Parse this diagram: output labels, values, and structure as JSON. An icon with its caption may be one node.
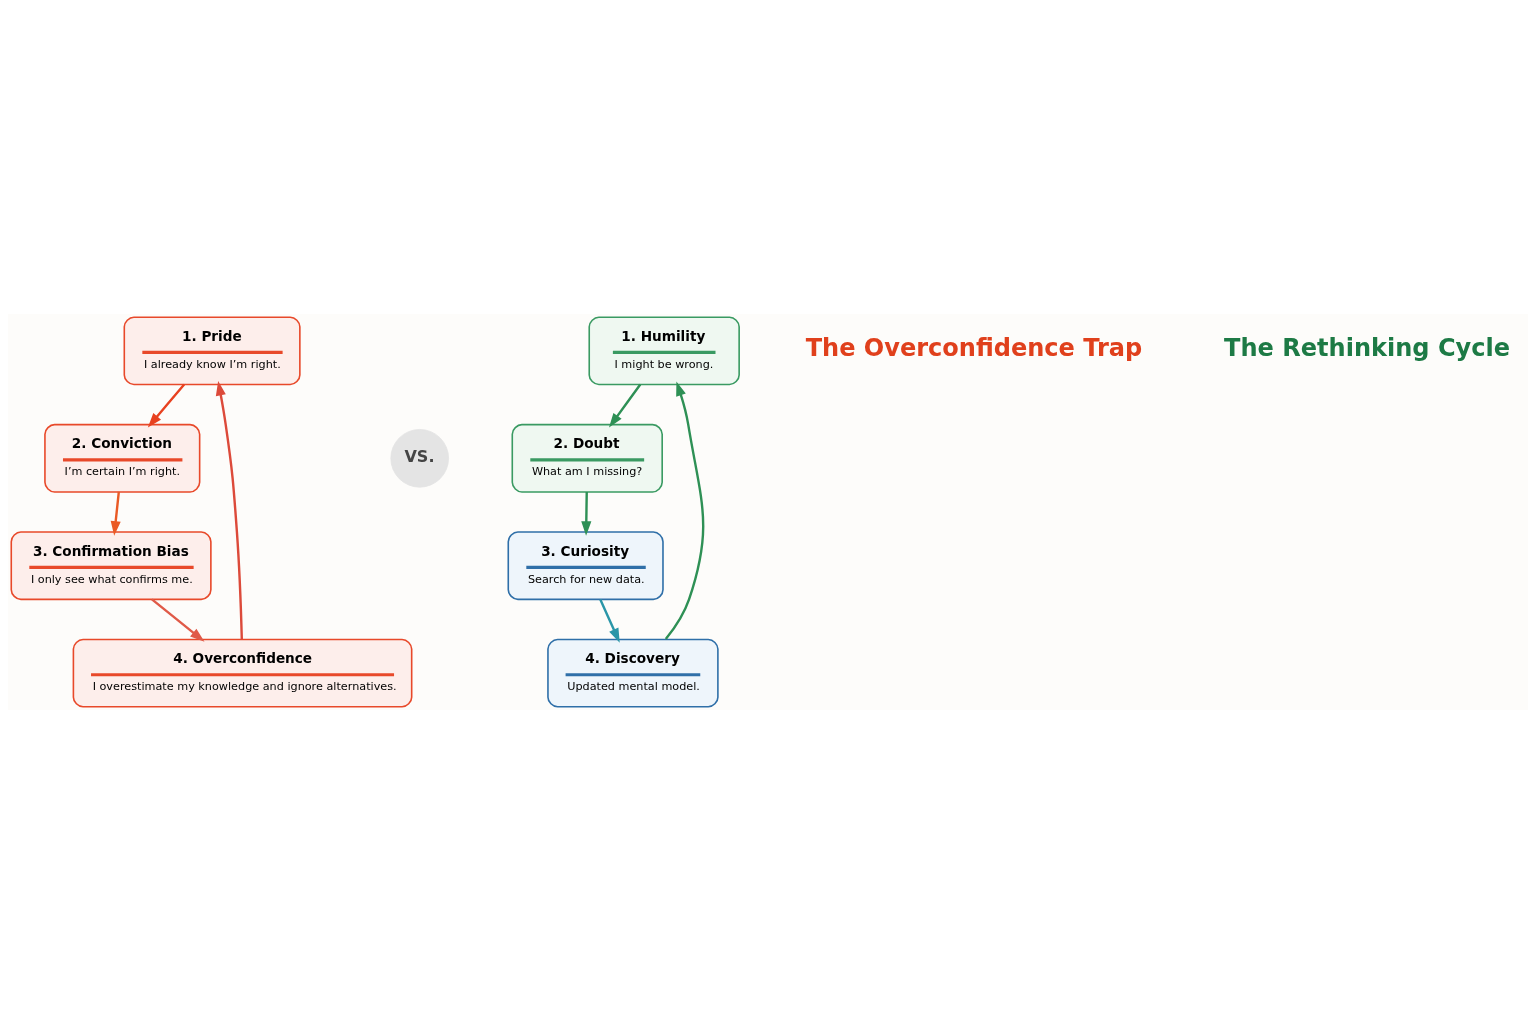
{
  "diagram": {
    "nodes": [
      {
        "text": [
          "1. Pride",
          "I already know I’m right."
        ]
      },
      {
        "text": [
          "2. Conviction",
          "I’m certain I’m right."
        ]
      },
      {
        "text": [
          "3. Confirmation Bias",
          "I only see what confirms me."
        ]
      },
      {
        "text": [
          "4. Overconfidence",
          "I overestimate my knowledge and ignore alternatives."
        ]
      },
      {
        "text": [
          "VS."
        ]
      },
      {
        "text": [
          "1. Humility",
          "I might be wrong."
        ]
      },
      {
        "text": [
          "2. Doubt",
          "What am I missing?"
        ]
      },
      {
        "text": [
          "3. Curiosity",
          "Search for new data."
        ]
      },
      {
        "text": [
          "4. Discovery",
          "Updated mental model."
        ]
      }
    ],
    "edges": [
      {
        "from": 0,
        "to": 1,
        "arrow": "to",
        "color": "#e8411f"
      },
      {
        "from": 1,
        "to": 2,
        "arrow": "to",
        "color": "#ea5a25"
      },
      {
        "from": 2,
        "to": 3,
        "arrow": "to",
        "color": "#e05a48"
      },
      {
        "from": 3,
        "to": 0,
        "arrow": "to",
        "color": "#dc4a3a"
      },
      {
        "from": 5,
        "to": 6,
        "arrow": "to",
        "color": "#2e9055"
      },
      {
        "from": 6,
        "to": 7,
        "arrow": "to",
        "color": "#2e9055"
      },
      {
        "from": 7,
        "to": 8,
        "arrow": "to",
        "color": "#2a96a8"
      },
      {
        "from": 8,
        "to": 5,
        "arrow": "to",
        "color": "#2e9055"
      }
    ],
    "labels": [
      "The Overconfidence Trap",
      "The Rethinking Cycle"
    ]
  }
}
